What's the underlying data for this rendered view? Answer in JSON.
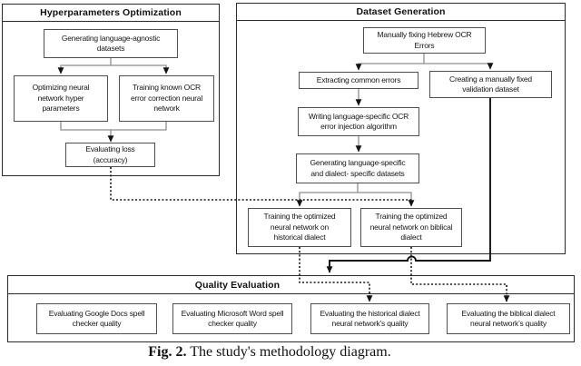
{
  "colors": {
    "panel_border": "#2b2b2b",
    "node_border": "#4f4f4f",
    "wire_gray": "#8f8f8f",
    "wire_black": "#141414",
    "text": "#161616",
    "background": "#ffffff"
  },
  "panels": {
    "hyperparameters": {
      "title": "Hyperparameters Optimization"
    },
    "dataset_generation": {
      "title": "Dataset Generation"
    },
    "quality_evaluation": {
      "title": "Quality Evaluation"
    }
  },
  "nodes": {
    "generating_agnostic": "Generating language-agnostic\ndatasets",
    "optimizing_hyper": "Optimizing neural\nnetwork hyper\nparameters",
    "training_known": "Training known OCR\nerror correction neural\nnetwork",
    "evaluating_loss": "Evaluating loss\n(accuracy)",
    "manual_fix": "Manually fixing Hebrew OCR\nErrors",
    "extracting": "Extracting common errors",
    "validation": "Creating a manually fixed\nvalidation dataset",
    "injection": "Writing language-specific OCR\nerror injection algorithm",
    "generating_specific": "Generating language-specific\nand dialect- specific datasets",
    "training_historical": "Training the optimized\nneural network on\nhistorical dialect",
    "training_biblical": "Training the optimized\nneural network on biblical\ndialect",
    "eval_google": "Evaluating Google Docs spell\nchecker quality",
    "eval_word": "Evaluating Microsoft Word spell\nchecker quality",
    "eval_historical": "Evaluating the historical dialect\nneural network’s quality",
    "eval_biblical": "Evaluating the biblical dialect\nneural network’s quality"
  },
  "caption": {
    "label": "Fig. 2.",
    "text": "The study's methodology diagram."
  }
}
